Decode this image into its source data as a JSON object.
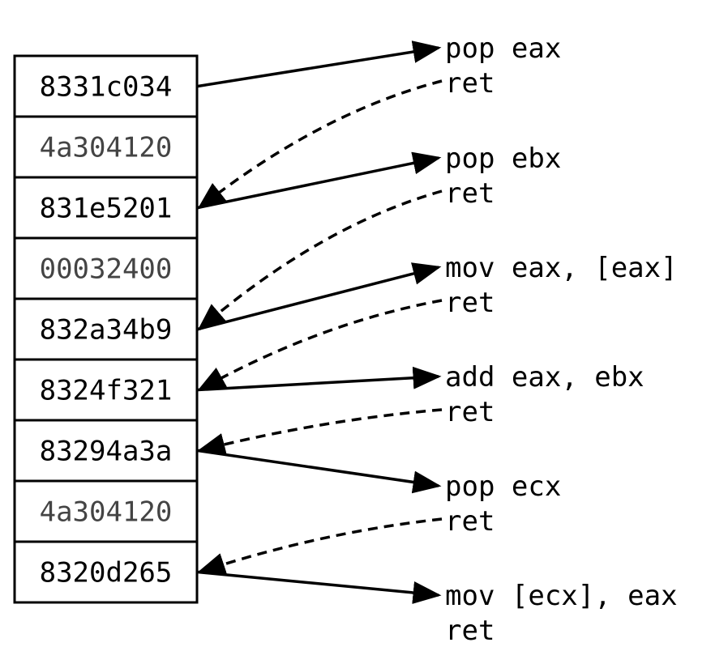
{
  "stack": [
    {
      "text": "8331c034",
      "kind": "address"
    },
    {
      "text": "4a304120",
      "kind": "value"
    },
    {
      "text": "831e5201",
      "kind": "address"
    },
    {
      "text": "00032400",
      "kind": "value"
    },
    {
      "text": "832a34b9",
      "kind": "address"
    },
    {
      "text": "8324f321",
      "kind": "address"
    },
    {
      "text": "83294a3a",
      "kind": "address"
    },
    {
      "text": "4a304120",
      "kind": "value"
    },
    {
      "text": "8320d265",
      "kind": "address"
    }
  ],
  "gadgets": [
    {
      "instruction": "pop eax",
      "ret": "ret",
      "from_cell": 0,
      "return_to_cell": 2
    },
    {
      "instruction": "pop ebx",
      "ret": "ret",
      "from_cell": 2,
      "return_to_cell": 4
    },
    {
      "instruction": "mov eax, [eax]",
      "ret": "ret",
      "from_cell": 4,
      "return_to_cell": 5
    },
    {
      "instruction": "add eax, ebx",
      "ret": "ret",
      "from_cell": 5,
      "return_to_cell": 6
    },
    {
      "instruction": "pop ecx",
      "ret": "ret",
      "from_cell": 6,
      "return_to_cell": 8
    },
    {
      "instruction": "mov [ecx], eax",
      "ret": "ret",
      "from_cell": 8,
      "return_to_cell": null
    }
  ],
  "colors": {
    "line": "#000000",
    "address_text": "#000000",
    "value_text": "#444444"
  }
}
